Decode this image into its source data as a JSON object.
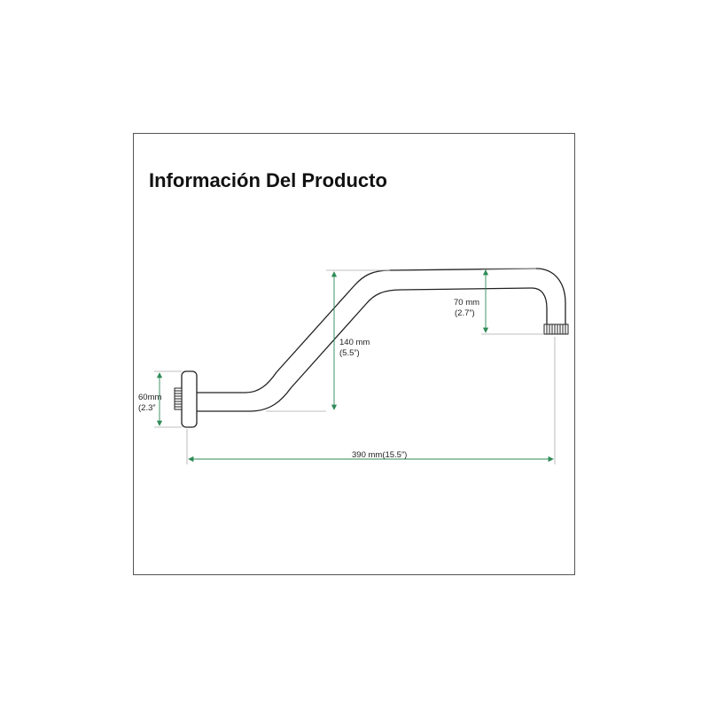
{
  "title": "Información Del Producto",
  "dimensions": {
    "total_length": {
      "text": "390 mm(15.5”)"
    },
    "rise_height": {
      "line1": "140 mm",
      "line2": "(5.5”)"
    },
    "drop_height": {
      "line1": "70 mm",
      "line2": "(2.7”)"
    },
    "flange_diameter": {
      "line1": "60mm",
      "line2": "(2.3”"
    }
  },
  "colors": {
    "arrow": "#2e8b57",
    "line": "#222222",
    "frame": "#555555"
  }
}
